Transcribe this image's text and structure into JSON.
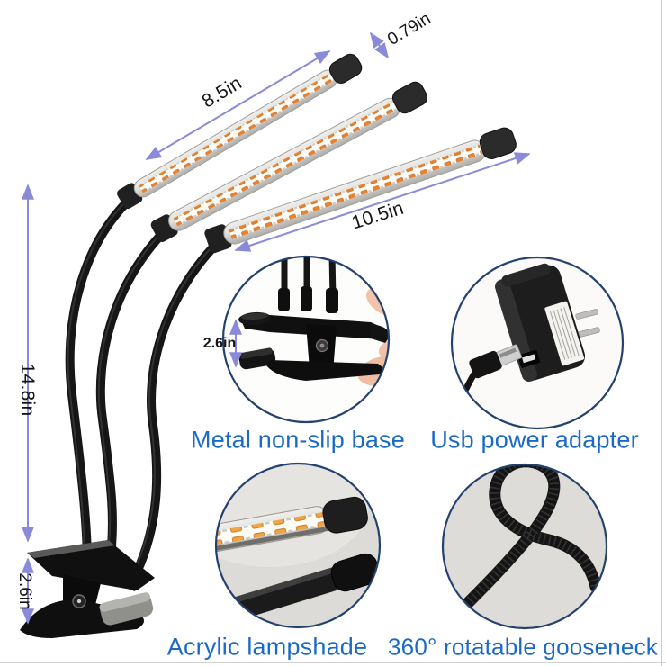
{
  "annotations": {
    "tube_diameter": "0.79in",
    "tube_length_short": "8.5in",
    "tube_length_long": "10.5in",
    "overall_height": "14.8in",
    "clamp_height": "2.6in",
    "clamp_opening": "2.6in"
  },
  "features": [
    {
      "label": "Metal non-slip base"
    },
    {
      "label": "Usb power adapter"
    },
    {
      "label": "Acrylic lampshade"
    },
    {
      "label": "360° rotatable gooseneck"
    }
  ],
  "colors": {
    "arrow": "#8a8ad8",
    "feature_text": "#1b6ac6",
    "circle_border": "#24426e",
    "dimension_text": "#151515",
    "led_chip": "#e8832f",
    "background": "#ffffff"
  }
}
